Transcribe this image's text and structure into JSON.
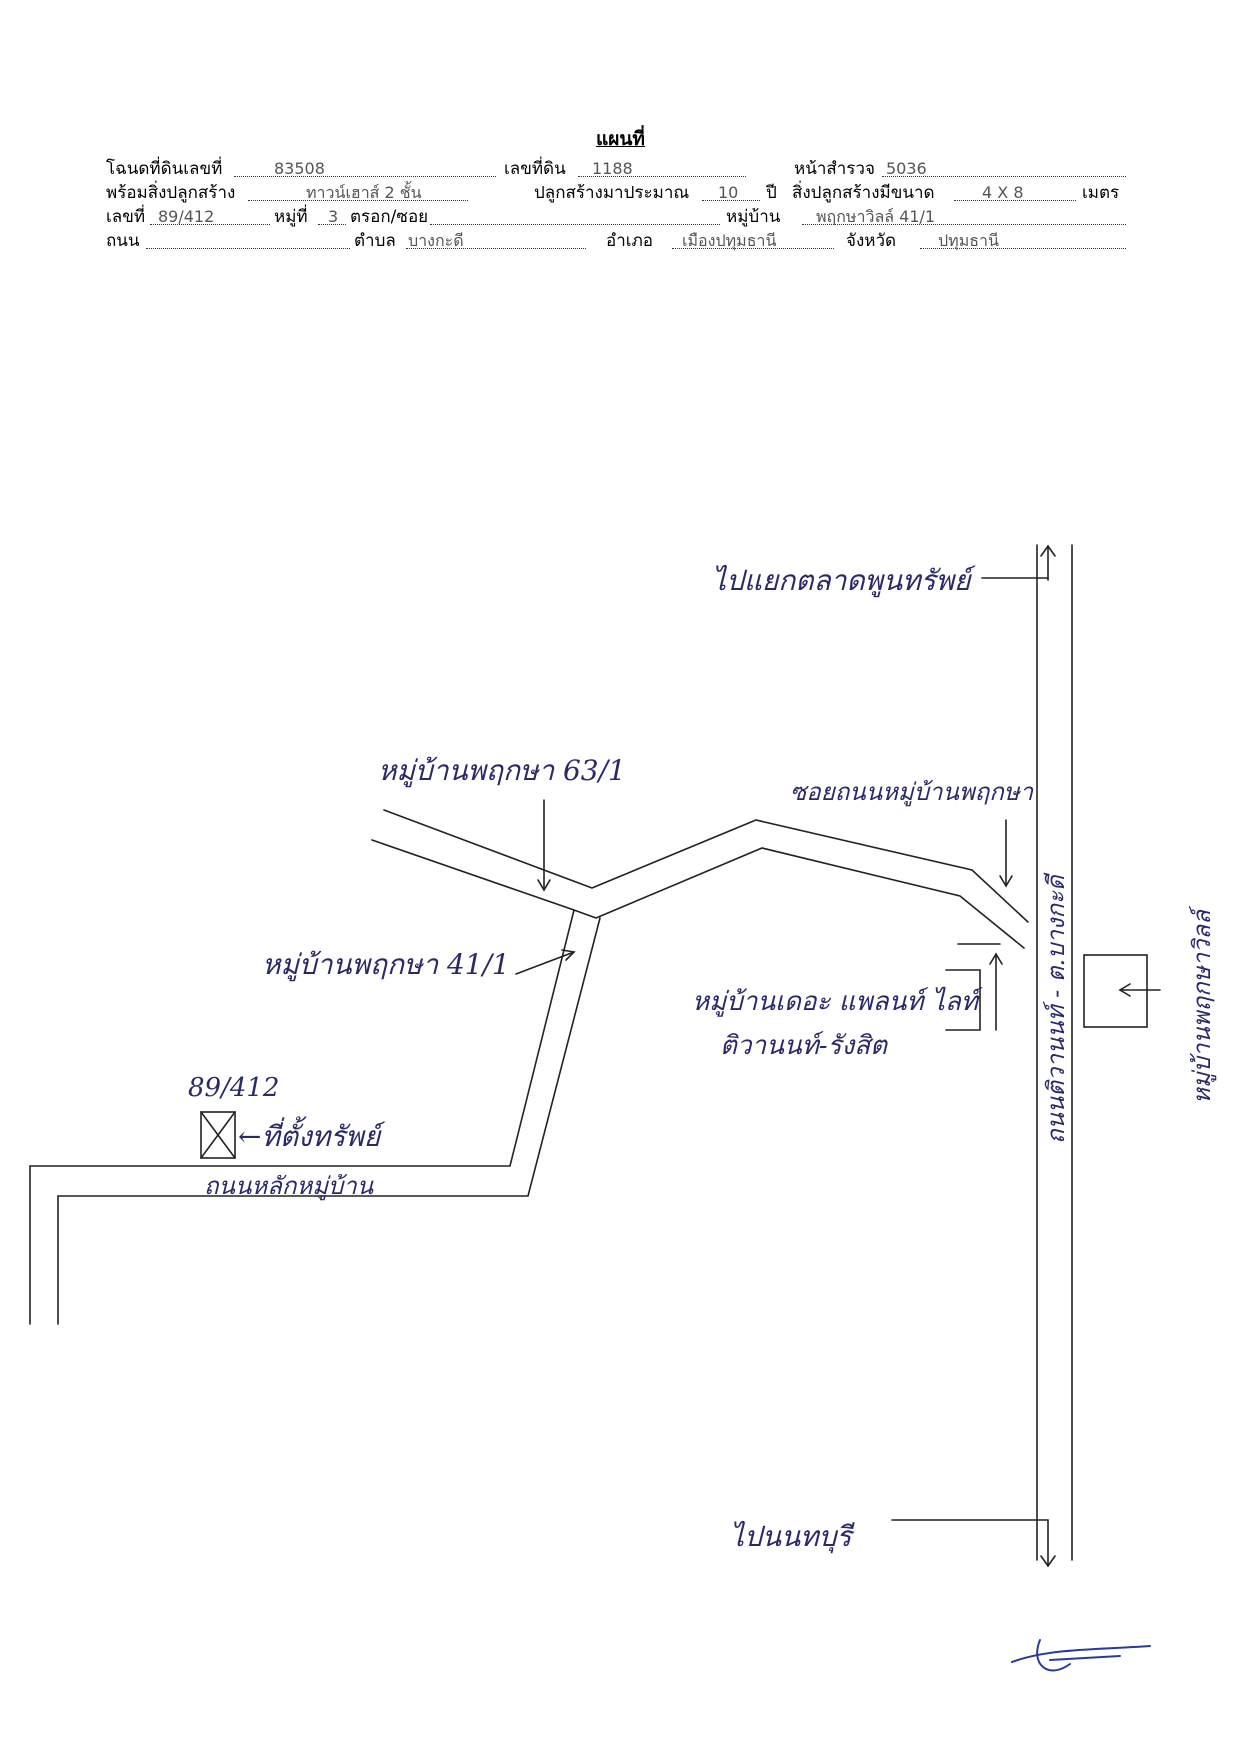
{
  "title": "แผนที่",
  "form": {
    "deed_label": "โฉนดที่ดินเลขที่",
    "deed_no": "83508",
    "land_no_label": "เลขที่ดิน",
    "land_no": "1188",
    "survey_page_label": "หน้าสำรวจ",
    "survey_page": "5036",
    "building_label": "พร้อมสิ่งปลูกสร้าง",
    "building_type": "ทาวน์เฮาส์ 2 ชั้น",
    "built_label": "ปลูกสร้างมาประมาณ",
    "built_years": "10",
    "year_unit": "ปี",
    "size_label": "สิ่งปลูกสร้างมีขนาด",
    "size": "4 X 8",
    "size_unit": "เมตร",
    "house_no_label": "เลขที่",
    "house_no": "89/412",
    "moo_label": "หมู่ที่",
    "moo": "3",
    "soi_label": "ตรอก/ซอย",
    "village_label": "หมู่บ้าน",
    "village": "พฤกษาวิลล์ 41/1",
    "road_label": "ถนน",
    "tambon_label": "ตำบล",
    "tambon": "บางกะดี",
    "amphoe_label": "อำเภอ",
    "amphoe": "เมืองปทุมธานี",
    "province_label": "จังหวัด",
    "province": "ปทุมธานี"
  },
  "map": {
    "to_junction": "ไปแยกตลาดพูนทรัพย์",
    "village_631": "หมู่บ้านพฤกษา 63/1",
    "soi_road": "ซอยถนนหมู่บ้านพฤกษา",
    "village_411": "หมู่บ้านพฤกษา 41/1",
    "village_the_plant_1": "หมู่บ้านเดอะ แพลนท์ ไลท์",
    "village_the_plant_2": "ติวานนท์-รังสิต",
    "main_road": "ถนนติวานนท์ - ต.บางกะดี",
    "village_opposite": "หมู่บ้านพฤกษาวิลล์",
    "property_no": "89/412",
    "property_label": "←ที่ตั้งทรัพย์",
    "village_main_road": "ถนนหลักหมู่บ้าน",
    "to_nonthaburi": "ไปนนทบุรี"
  },
  "colors": {
    "ink": "#2a2a6a",
    "line": "#222222"
  }
}
